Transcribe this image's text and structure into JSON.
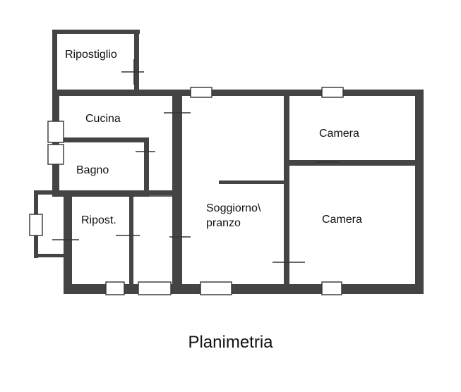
{
  "caption": "Planimetria",
  "rooms": {
    "ripostiglio": "Ripostiglio",
    "cucina": "Cucina",
    "bagno": "Bagno",
    "ripost": "Ripost.",
    "soggiorno_line1": "Soggiorno\\",
    "soggiorno_line2": "pranzo",
    "camera_top": "Camera",
    "camera_bottom": "Camera"
  },
  "colors": {
    "wall": "#444444",
    "background": "#ffffff",
    "text": "#111111"
  }
}
